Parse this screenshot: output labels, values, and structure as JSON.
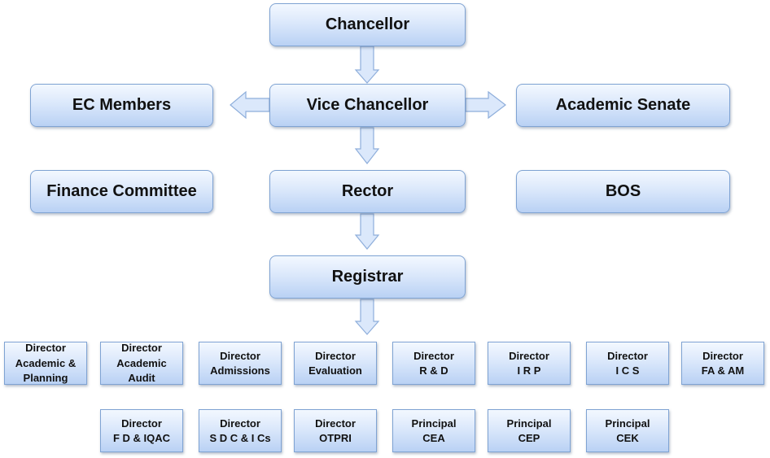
{
  "top": {
    "chancellor": "Chancellor",
    "vice_chancellor": "Vice Chancellor",
    "ec_members": "EC Members",
    "academic_senate": "Academic Senate",
    "finance_committee": "Finance Committee",
    "rector": "Rector",
    "bos": "BOS",
    "registrar": "Registrar"
  },
  "directors_row1": [
    "Director\nAcademic &\nPlanning",
    "Director\nAcademic\nAudit",
    "Director\nAdmissions",
    "Director\nEvaluation",
    "Director\nR & D",
    "Director\nI R P",
    "Director\nI C S",
    "Director\nFA & AM"
  ],
  "directors_row2": [
    "Director\nF D & IQAC",
    "Director\nS D C & I Cs",
    "Director\nOTPRI",
    "Principal\nCEA",
    "Principal\nCEP",
    "Principal\nCEK"
  ]
}
